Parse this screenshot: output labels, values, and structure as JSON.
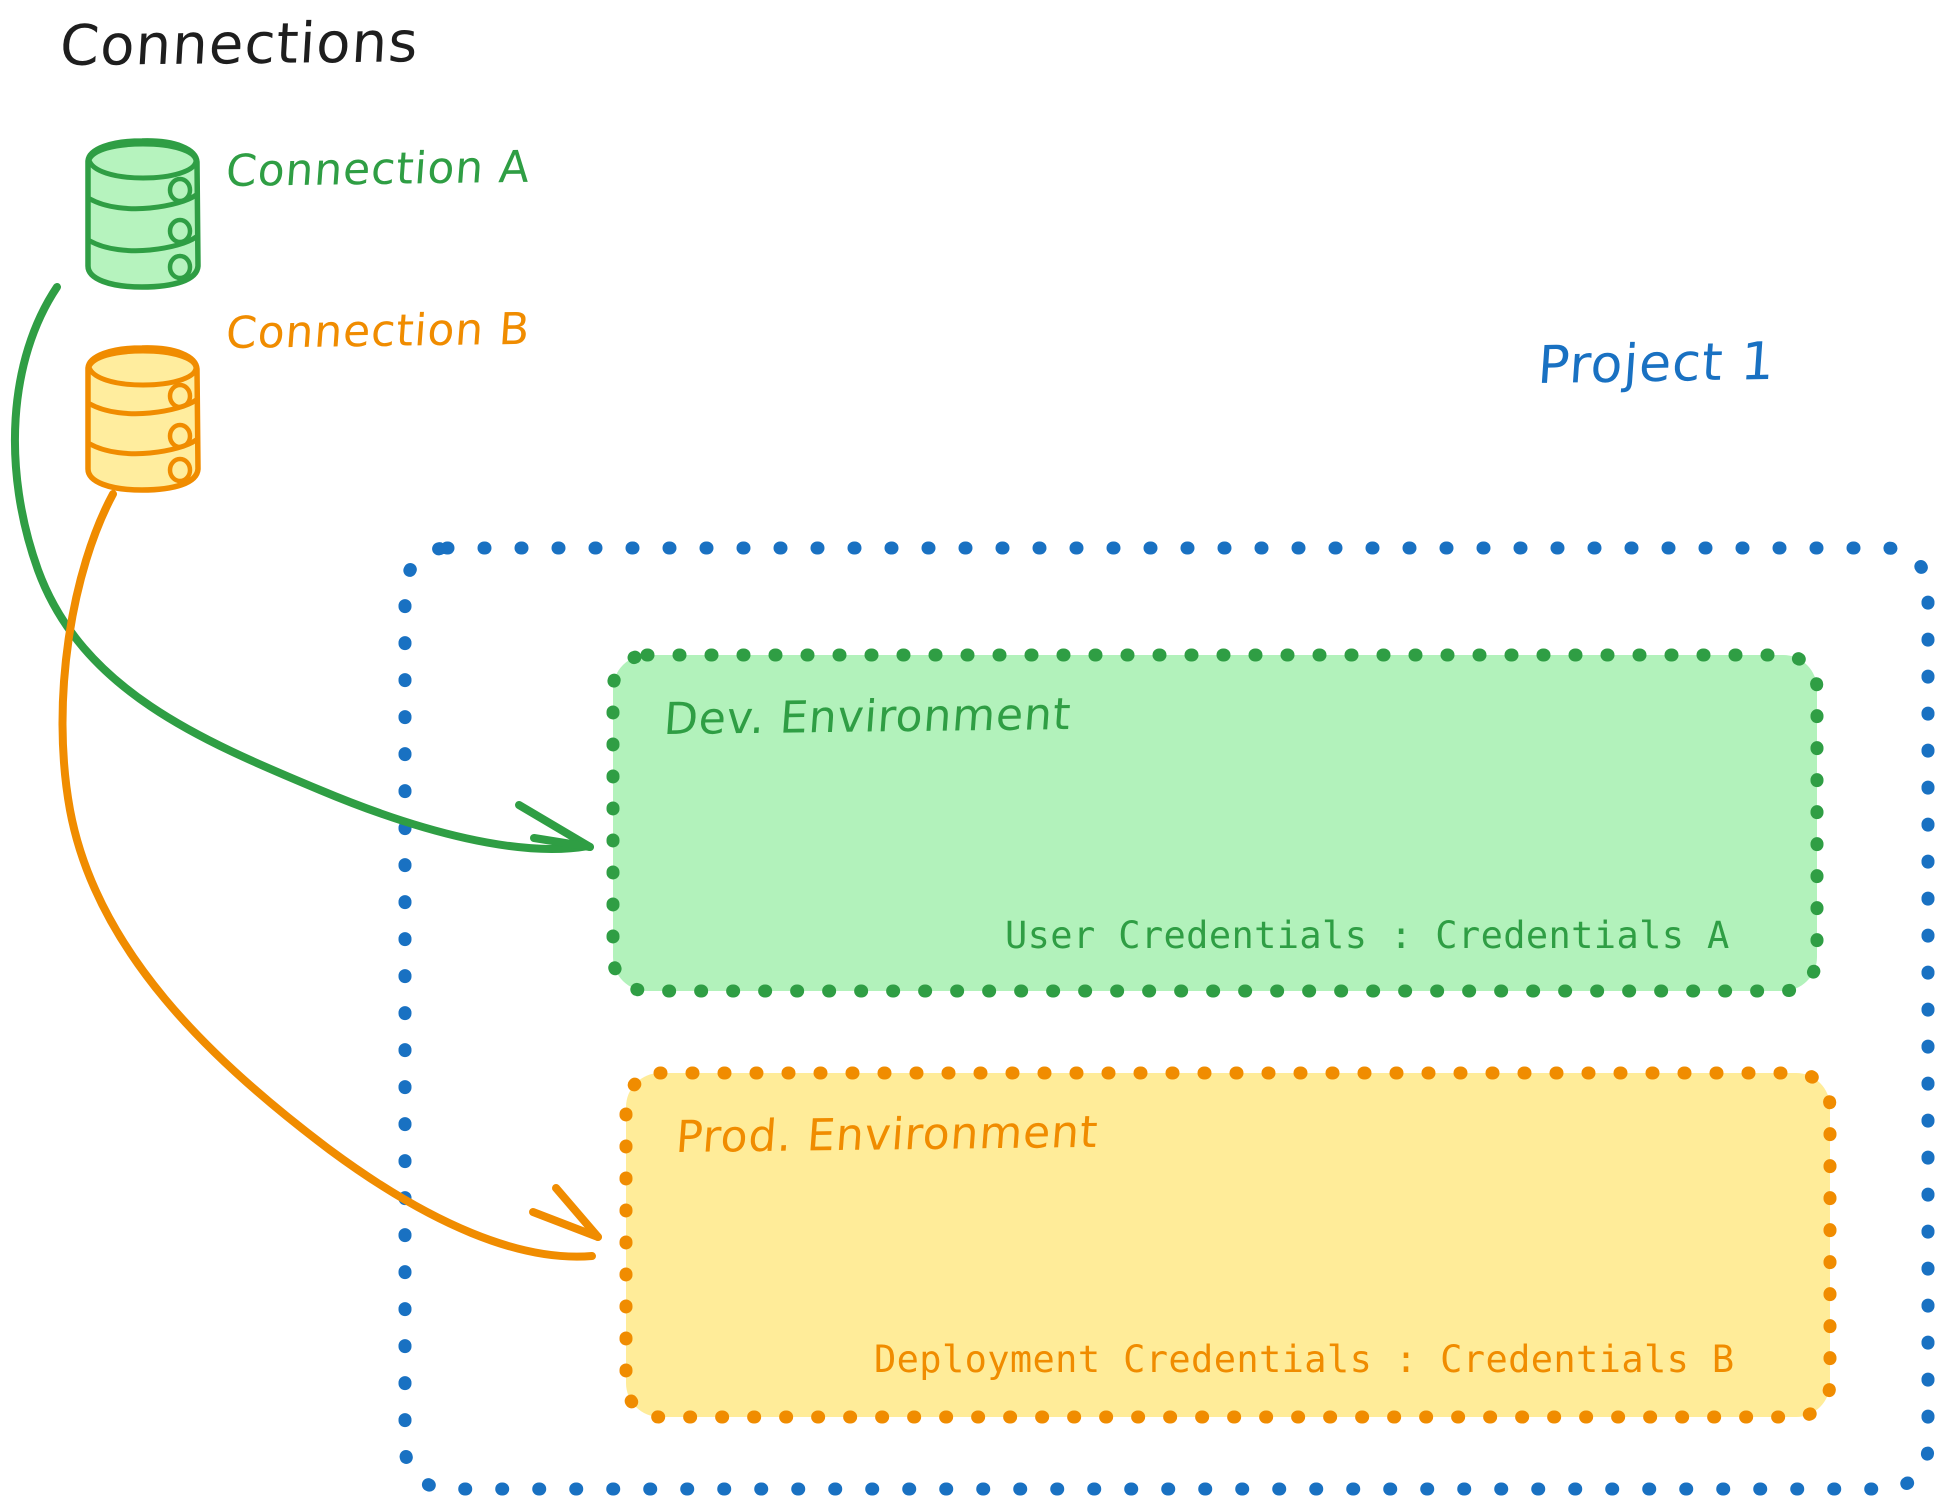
{
  "diagram": {
    "title": "Connections",
    "background": "#ffffff"
  },
  "connections": {
    "heading": "Connections",
    "items": [
      {
        "label": "Connection A",
        "icon": "database-cylinder-icon",
        "color": "#2f9e44",
        "fill": "#b2f2bb"
      },
      {
        "label": "Connection B",
        "icon": "database-cylinder-icon",
        "color": "#f08c00",
        "fill": "#ffec99"
      }
    ]
  },
  "project": {
    "label": "Project 1",
    "color": "#1971c2",
    "environments": [
      {
        "name": "Dev. Environment",
        "credentials_label": "User Credentials : Credentials A",
        "color": "#2f9e44",
        "fill": "#b2f2bb"
      },
      {
        "name": "Prod. Environment",
        "credentials_label": "Deployment Credentials : Credentials B",
        "color": "#f08c00",
        "fill": "#ffec99"
      }
    ]
  },
  "arrows": [
    {
      "name": "connection-a-to-dev-environment",
      "from": "Connection A",
      "to": "Dev. Environment",
      "color": "#2f9e44"
    },
    {
      "name": "connection-b-to-prod-environment",
      "from": "Connection B",
      "to": "Prod. Environment",
      "color": "#f08c00"
    }
  ],
  "colors": {
    "green_stroke": "#2f9e44",
    "green_fill": "#b2f2bb",
    "orange_stroke": "#f08c00",
    "orange_fill": "#ffec99",
    "blue_stroke": "#1971c2",
    "text_dark": "#1e1e1e"
  }
}
